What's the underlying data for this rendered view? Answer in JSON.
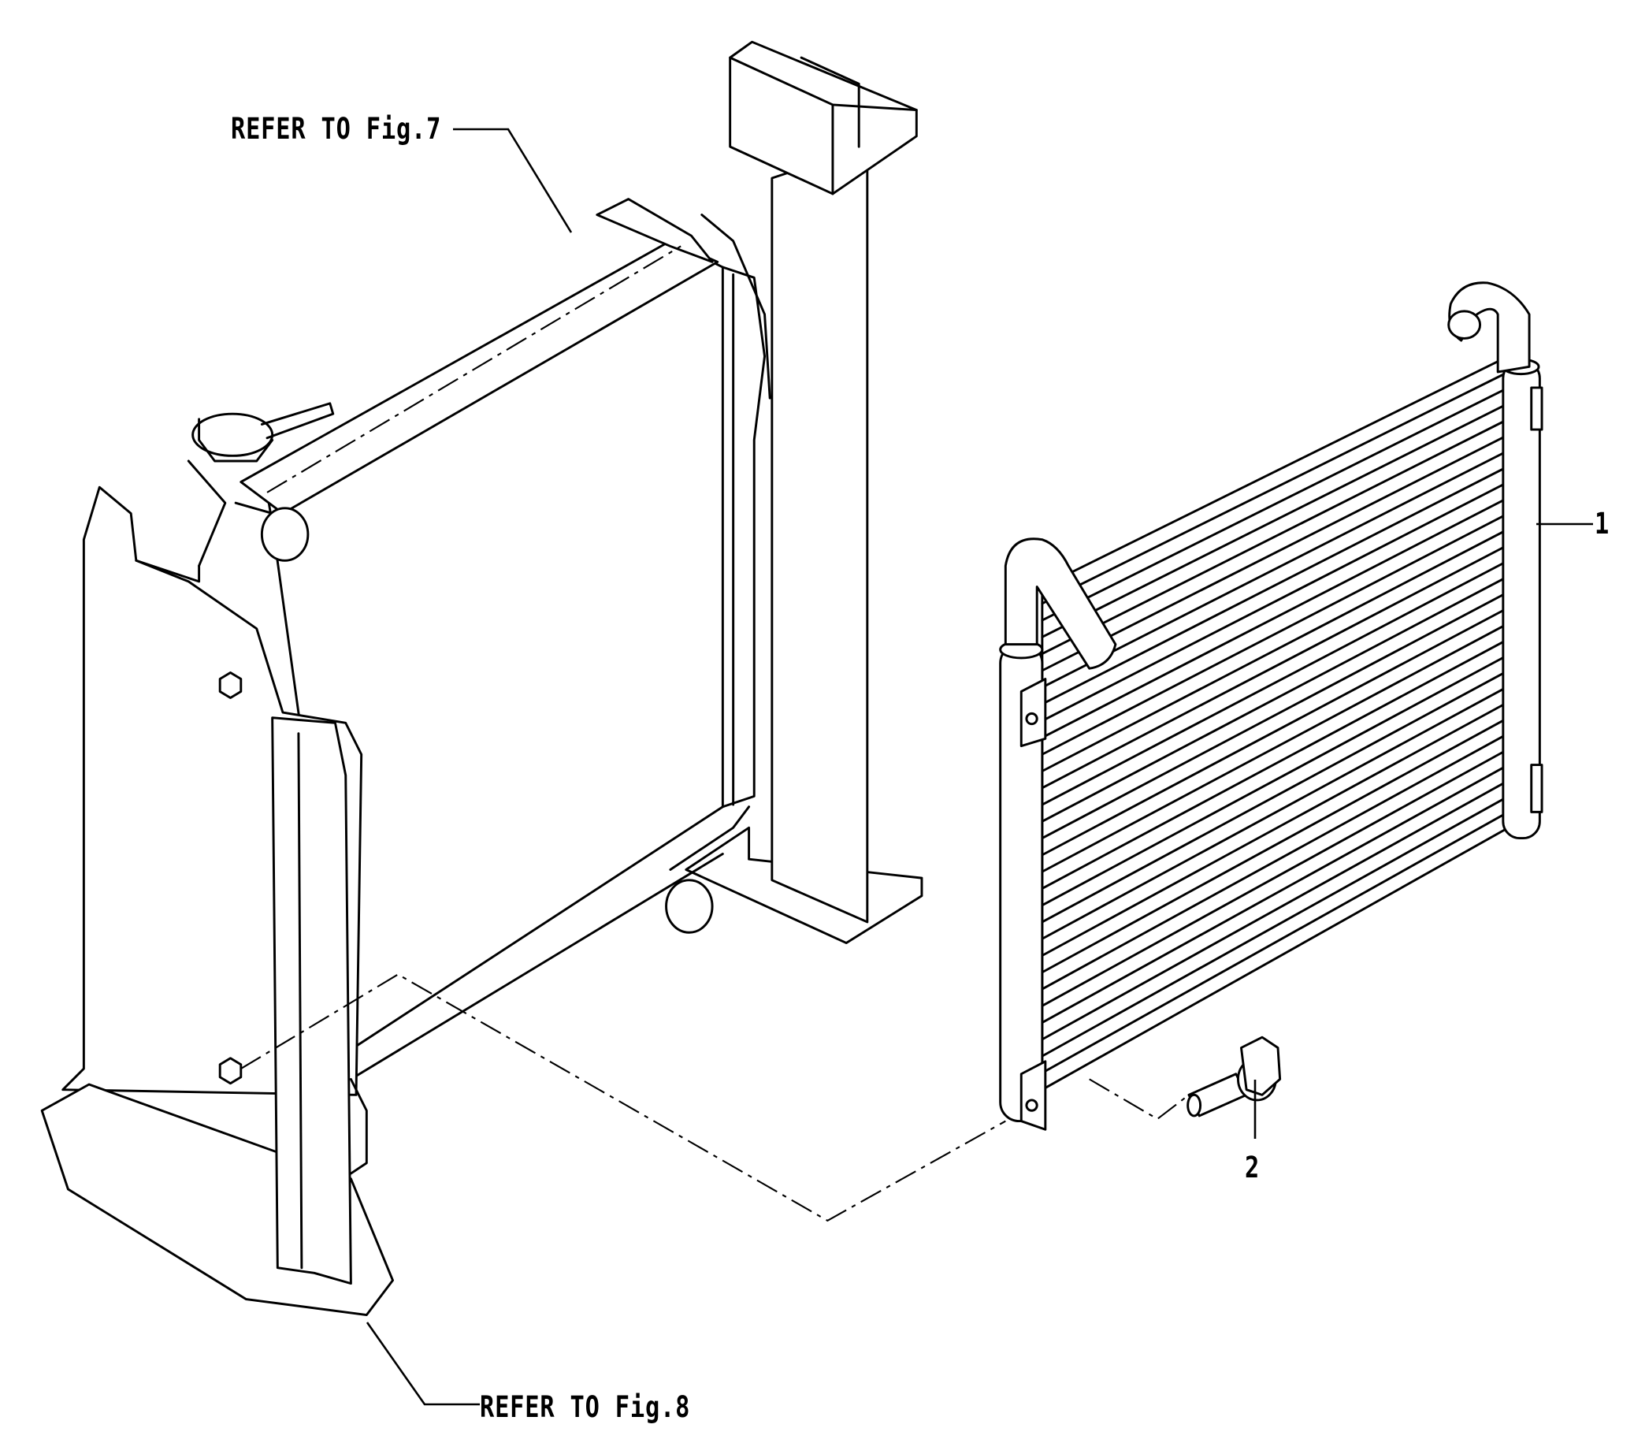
{
  "diagram": {
    "callouts": {
      "refer_fig7": "REFER TO Fig.7",
      "refer_fig8": "REFER TO Fig.8",
      "item_1": "1",
      "item_2": "2"
    },
    "parts": [
      "radiator-assembly",
      "oil-cooler",
      "bolt"
    ],
    "line_color": "#000000",
    "background": "#ffffff"
  }
}
